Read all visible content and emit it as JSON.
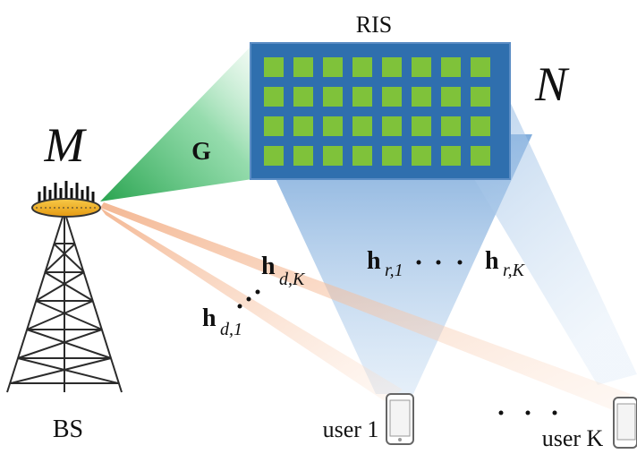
{
  "labels": {
    "ris": "RIS",
    "n": "N",
    "m": "M",
    "g": "G",
    "bs": "BS",
    "user1": "user 1",
    "userK": "user K",
    "h_d_base": "h",
    "h_d1_sub": "d,1",
    "h_dK_sub": "d,K",
    "h_r_base": "h",
    "h_r1_sub": "r,1",
    "h_rK_sub": "r,K",
    "dots": "· · ·"
  },
  "colors": {
    "ris_panel": "#2f6fae",
    "ris_cell": "#7fc23a",
    "green_beam": "#22a64a",
    "blue_beam": "#8fb6e0",
    "orange_beam": "#f2b48a",
    "tower": "#2b2b2b",
    "antenna_ring": "#f2b01e"
  }
}
